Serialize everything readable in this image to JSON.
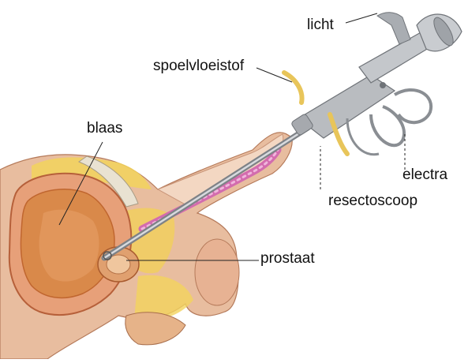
{
  "labels": {
    "licht": "licht",
    "spoelvloeistof": "spoelvloeistof",
    "blaas": "blaas",
    "electra": "electra",
    "resectoscoop": "resectoscoop",
    "prostaat": "prostaat"
  },
  "colors": {
    "background": "#ffffff",
    "tissue_outer": "#e6b89a",
    "tissue_dark": "#c0662f",
    "bladder_inner": "#d9894a",
    "bladder_wall": "#e7a079",
    "fat_yellow": "#f2d35c",
    "urethra_pink": "#d36cae",
    "metal": "#b9bcc0",
    "metal_dark": "#7e8287",
    "fluid_tube": "#e8c55a",
    "line": "#222222"
  }
}
